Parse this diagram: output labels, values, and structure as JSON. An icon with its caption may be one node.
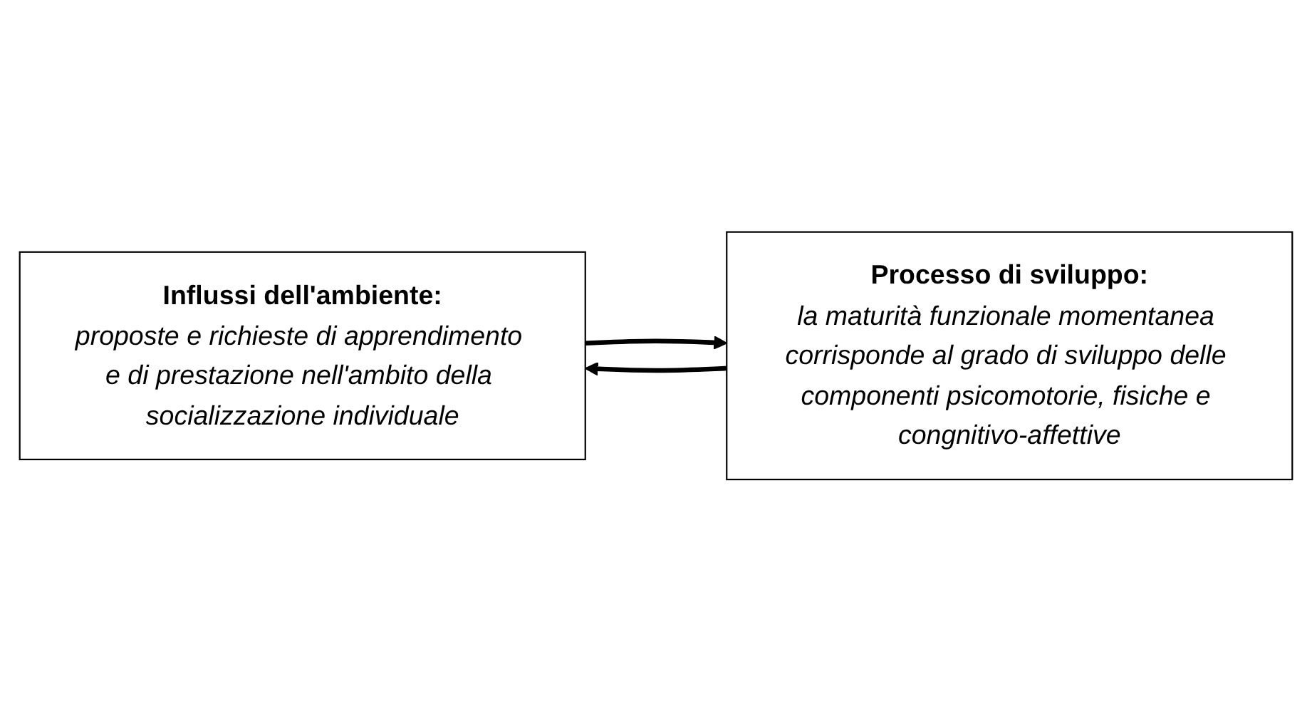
{
  "diagram": {
    "nodes": [
      {
        "text": [
          "Influssi dell'ambiente:",
          "proposte e richieste di apprendimento e di prestazione nell'ambito della socializzazione individuale"
        ]
      },
      {
        "text": [
          "Processo di sviluppo:",
          "la maturità funzionale momentanea corrisponde al grado di sviluppo delle componenti psicomotorie, fisiche e congnitivo-affettive"
        ]
      }
    ],
    "edges": [
      {
        "from": 1,
        "to": 0,
        "arrow": "to"
      },
      {
        "from": 0,
        "to": 1,
        "arrow": "to"
      }
    ]
  }
}
